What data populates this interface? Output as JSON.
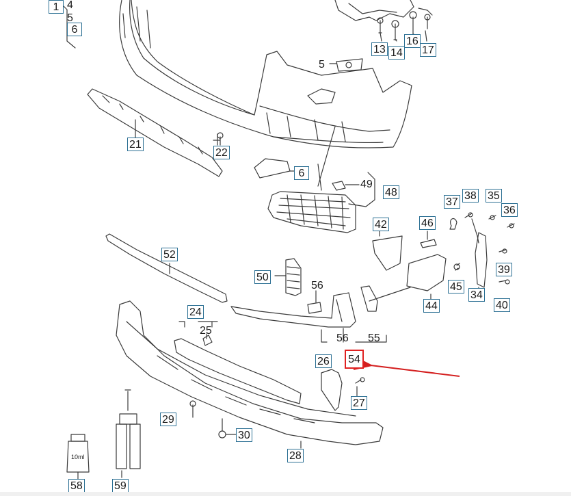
{
  "colors": {
    "label_border": "#2b6f93",
    "highlight": "#e02020",
    "arrow": "#d42020",
    "line": "#3a3a3a"
  },
  "labels": {
    "l1": "1",
    "l4": "4",
    "l5a": "5",
    "l6a": "6",
    "l13": "13",
    "l14": "14",
    "l16": "16",
    "l17": "17",
    "l5": "5",
    "l21": "21",
    "l22": "22",
    "l6": "6",
    "l49": "49",
    "l48": "48",
    "l37": "37",
    "l38": "38",
    "l35": "35",
    "l36": "36",
    "l42": "42",
    "l46": "46",
    "l52": "52",
    "l50": "50",
    "l56a": "56",
    "l39": "39",
    "l45": "45",
    "l34": "34",
    "l44": "44",
    "l40": "40",
    "l24": "24",
    "l25": "25",
    "l56": "56",
    "l55": "55",
    "l54": "54",
    "l26": "26",
    "l27": "27",
    "l29": "29",
    "l30": "30",
    "l28": "28",
    "l58": "58",
    "l59": "59"
  },
  "bottle_label": "10ml",
  "highlighted_part": "54"
}
